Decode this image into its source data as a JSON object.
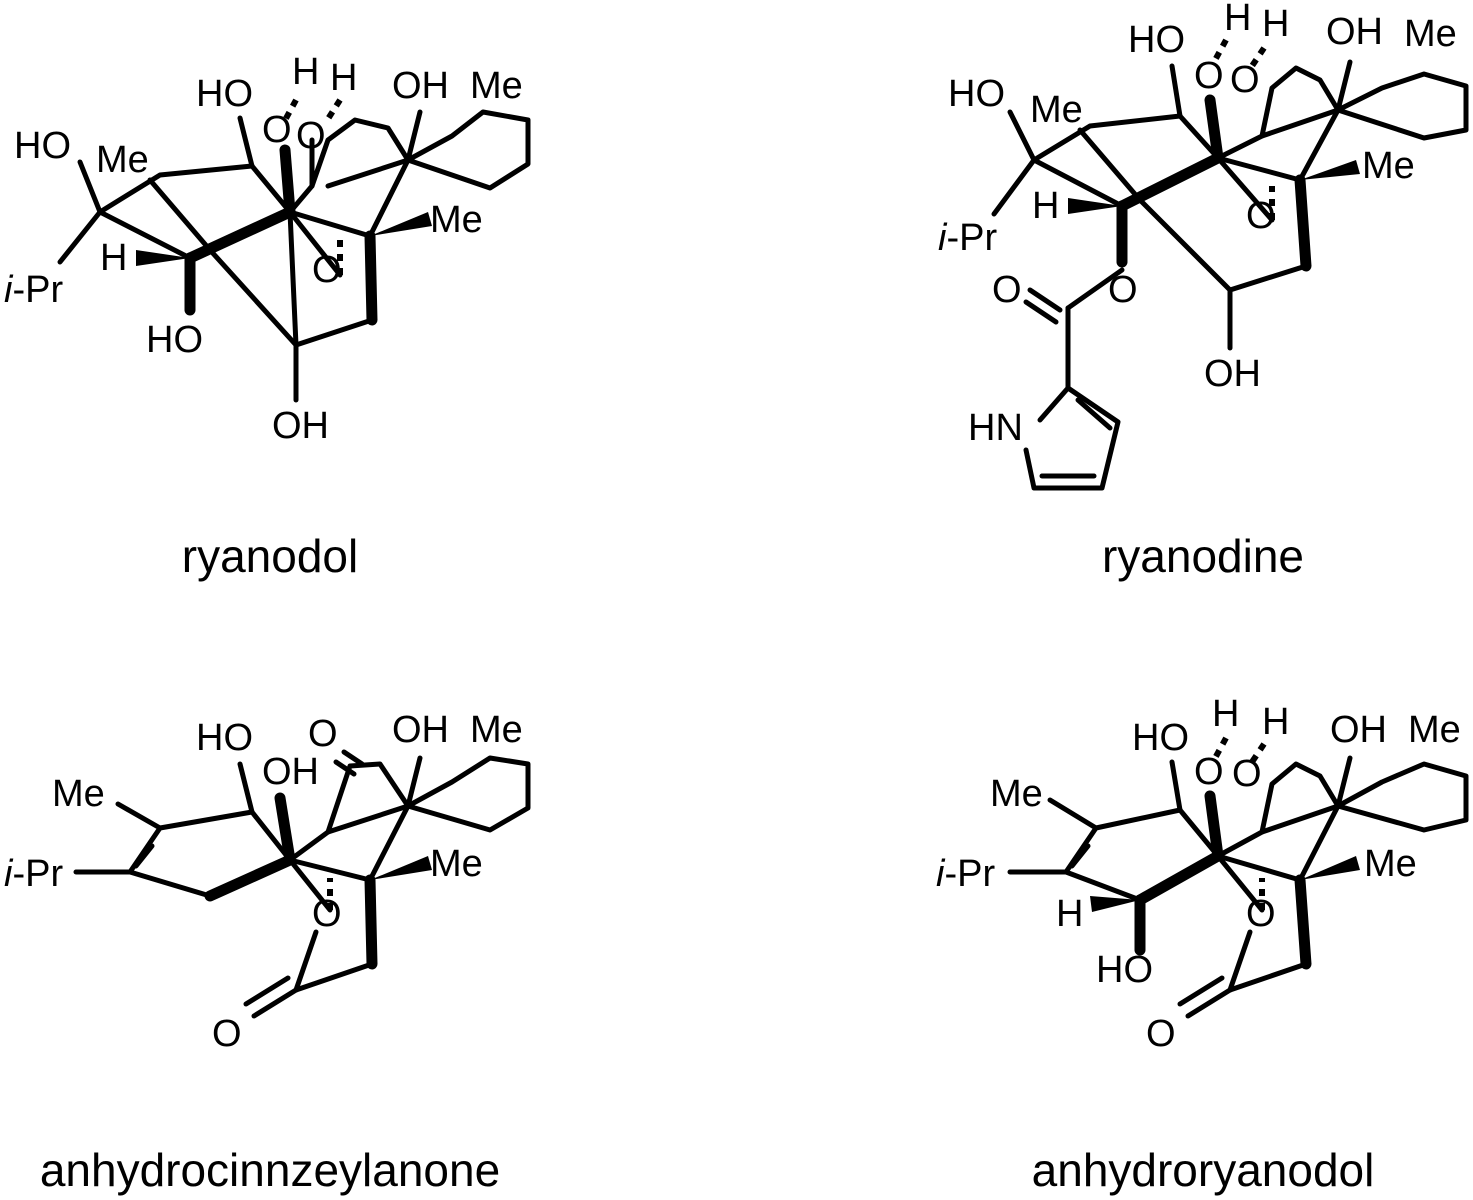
{
  "molecules": [
    {
      "name": "ryanodol",
      "labels": {
        "ho_top": "HO",
        "oh_top": "OH",
        "me_top": "Me",
        "o_left": "O",
        "o_right": "O",
        "h_left": "H",
        "h_right": "H",
        "ho_left": "HO",
        "me_left": "Me",
        "h_wedge": "H",
        "ipr_i": "i",
        "ipr_rest": "-Pr",
        "ho_low": "HO",
        "me_right": "Me",
        "o_bridge": "O",
        "oh_bottom": "OH"
      }
    },
    {
      "name": "ryanodine",
      "labels": {
        "ho_top": "HO",
        "oh_top": "OH",
        "me_top": "Me",
        "o_left": "O",
        "o_right": "O",
        "h_left": "H",
        "h_right": "H",
        "ho_left": "HO",
        "me_left": "Me",
        "h_wedge": "H",
        "ipr_i": "i",
        "ipr_rest": "-Pr",
        "me_right": "Me",
        "o_bridge": "O",
        "o_ester": "O",
        "o_carbonyl": "O",
        "oh_bottom": "OH",
        "hn": "HN"
      }
    },
    {
      "name": "anhydrocinnzeylanone",
      "labels": {
        "ho_top": "HO",
        "oh_mid": "OH",
        "o_keto": "O",
        "oh_top": "OH",
        "me_top": "Me",
        "me_left": "Me",
        "ipr_i": "i",
        "ipr_rest": "-Pr",
        "me_right": "Me",
        "o_lactone": "O",
        "o_carbonyl": "O"
      }
    },
    {
      "name": "anhydroryanodol",
      "labels": {
        "ho_top": "HO",
        "o_left": "O",
        "o_right": "O",
        "h_left": "H",
        "h_right": "H",
        "oh_top": "OH",
        "me_top": "Me",
        "me_left": "Me",
        "ipr_i": "i",
        "ipr_rest": "-Pr",
        "h_wedge": "H",
        "ho_low": "HO",
        "me_right": "Me",
        "o_lactone": "O",
        "o_carbonyl": "O"
      }
    }
  ]
}
